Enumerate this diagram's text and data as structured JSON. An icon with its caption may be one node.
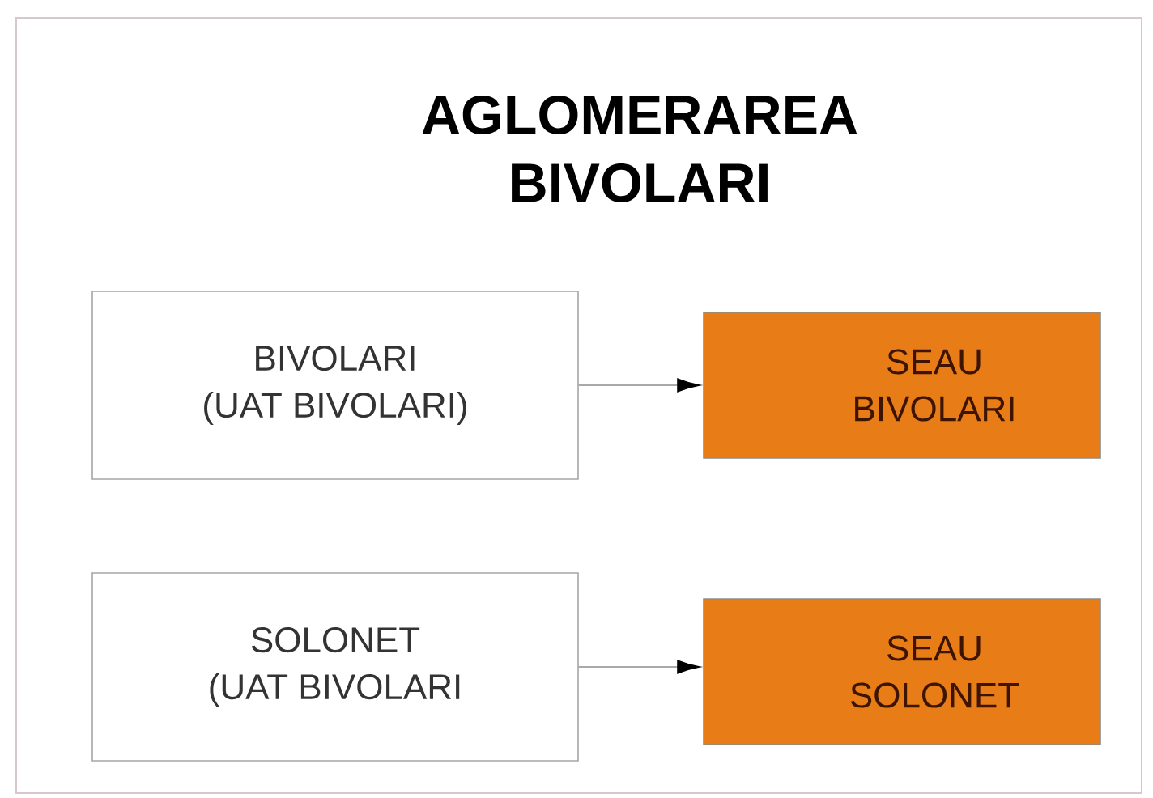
{
  "diagram": {
    "title": "AGLOMERAREA BIVOLARI",
    "nodes": [
      {
        "text": [
          "BIVOLARI (UAT BIVOLARI)"
        ]
      },
      {
        "text": [
          "SEAU BIVOLARI"
        ]
      },
      {
        "text": [
          "SOLONET (UAT BIVOLARI"
        ]
      },
      {
        "text": [
          "SEAU SOLONET"
        ]
      }
    ],
    "edges": [
      {
        "from": 0,
        "to": 1,
        "arrow": "to"
      },
      {
        "from": 2,
        "to": 3,
        "arrow": "to"
      }
    ]
  }
}
